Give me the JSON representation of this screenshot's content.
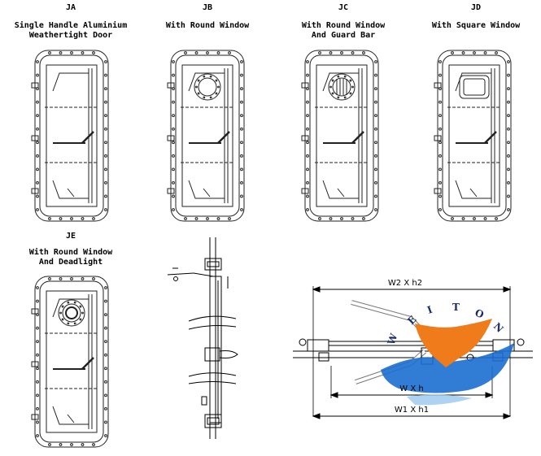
{
  "doors": [
    {
      "code": "JA",
      "caption": "Single Handle Aluminium\nWeathertight Door",
      "window": "none"
    },
    {
      "code": "JB",
      "caption": "With Round Window",
      "window": "round"
    },
    {
      "code": "JC",
      "caption": "With Round Window\nAnd Guard Bar",
      "window": "round-guard"
    },
    {
      "code": "JD",
      "caption": "With Square Window",
      "window": "square"
    },
    {
      "code": "JE",
      "caption": "With Round Window\nAnd Deadlight",
      "window": "round-deadlight"
    }
  ],
  "dimensions": {
    "top": "W2 X h2",
    "middle": "W X h",
    "bottom": "W1 X h1"
  },
  "watermark": {
    "letters": [
      "W",
      "E",
      "I",
      "T",
      "O",
      "N"
    ],
    "colors": {
      "orange": "#f07b1a",
      "blue": "#1b6fd0",
      "light_blue": "#9ac7ef"
    }
  }
}
